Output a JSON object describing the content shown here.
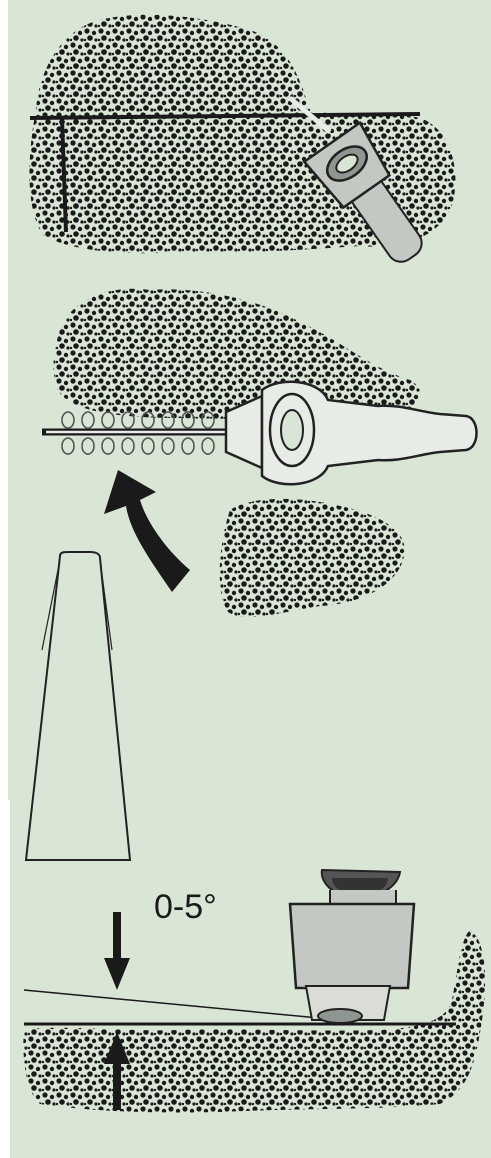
{
  "colors": {
    "background": "#d9e6d6",
    "foliage": "#1a1a1a",
    "tool_light": "#e8ece6",
    "tool_mid": "#c4c8c2",
    "outline": "#222222"
  },
  "figures": [
    {
      "name": "hedge-top-cutting",
      "icon": "hedge-trimmer-icon"
    },
    {
      "name": "hedge-side-cutting",
      "icon": "hedge-trimmer-icon",
      "direction_icon": "curved-arrow-icon"
    },
    {
      "name": "hedge-profile",
      "icon": "tapered-hedge-icon"
    },
    {
      "name": "blade-angle",
      "icon": "hedge-trimmer-icon",
      "angle_label": "0-5°"
    }
  ]
}
